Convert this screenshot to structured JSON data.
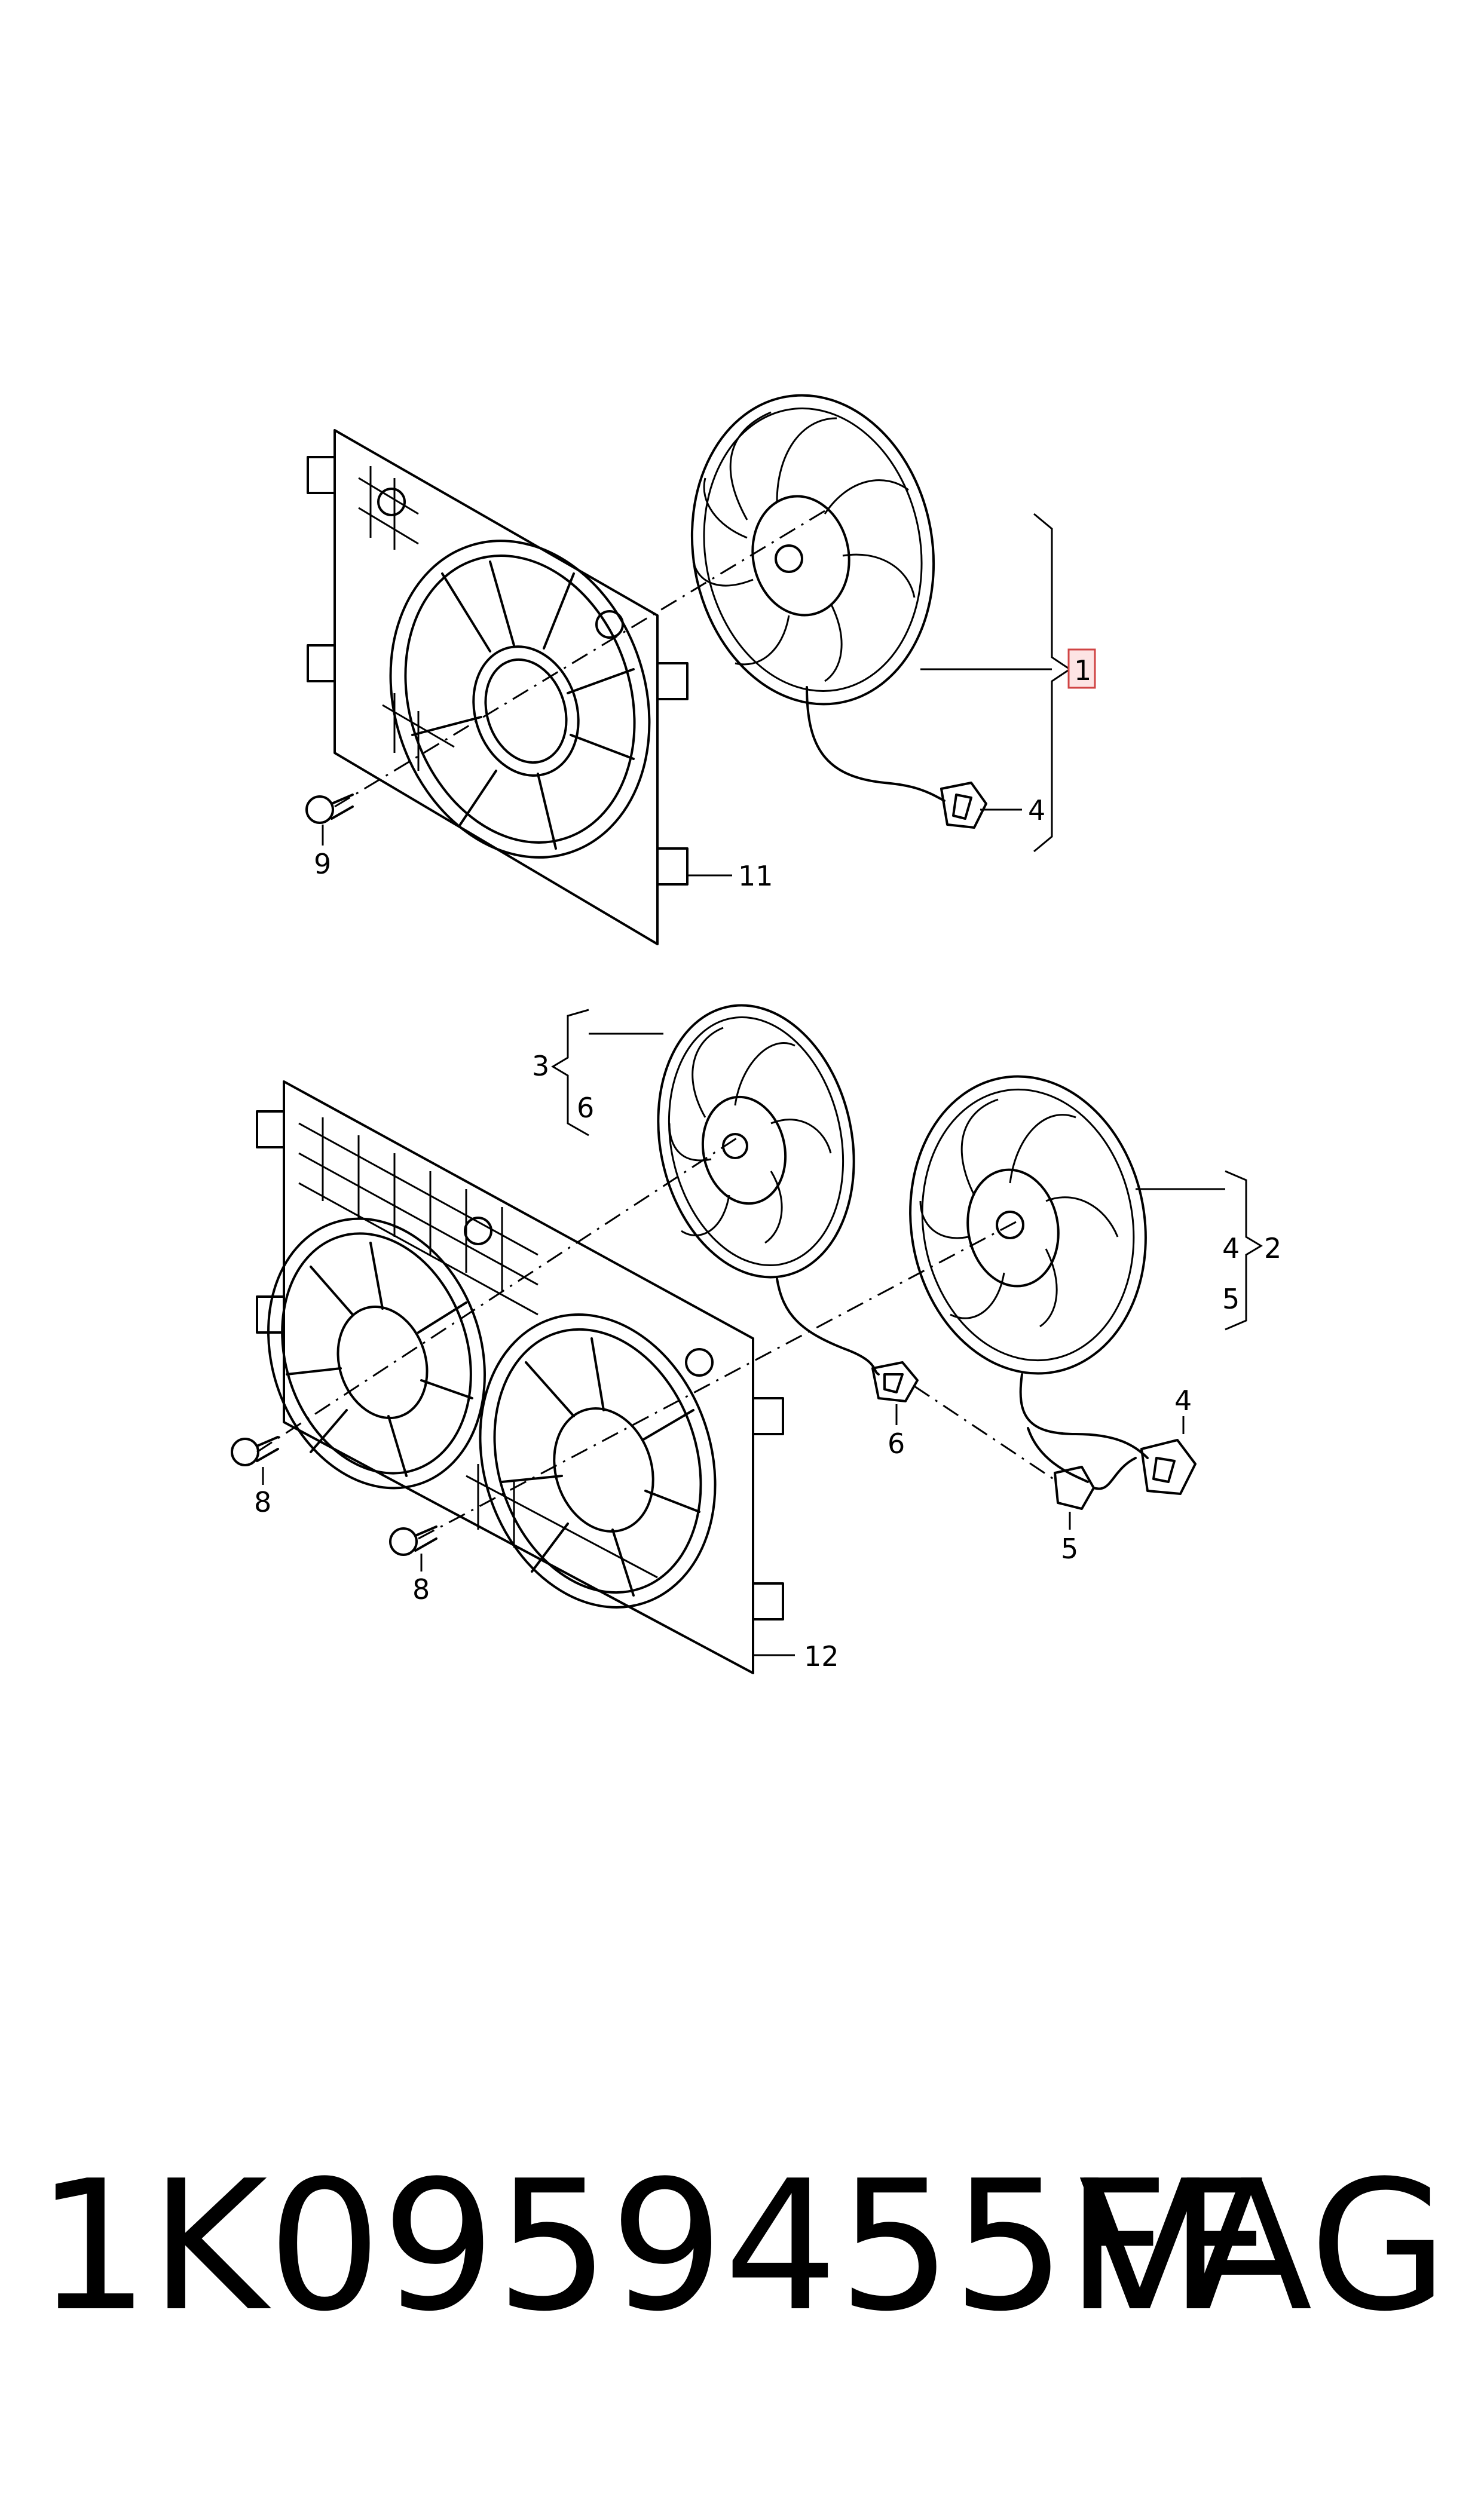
{
  "diagram": {
    "callouts": {
      "c1": "1",
      "c2": "2",
      "c3": "3",
      "c4_top": "4",
      "c4_mid": "4",
      "c4_low": "4",
      "c5_mid": "5",
      "c5_low": "5",
      "c6_brace": "6",
      "c6_conn": "6",
      "c8_a": "8",
      "c8_b": "8",
      "c9": "9",
      "c11": "11",
      "c12": "12"
    },
    "highlight_color": "#d04444"
  },
  "footer": {
    "part_number": "1K0959455FF",
    "brand": "VAG"
  }
}
